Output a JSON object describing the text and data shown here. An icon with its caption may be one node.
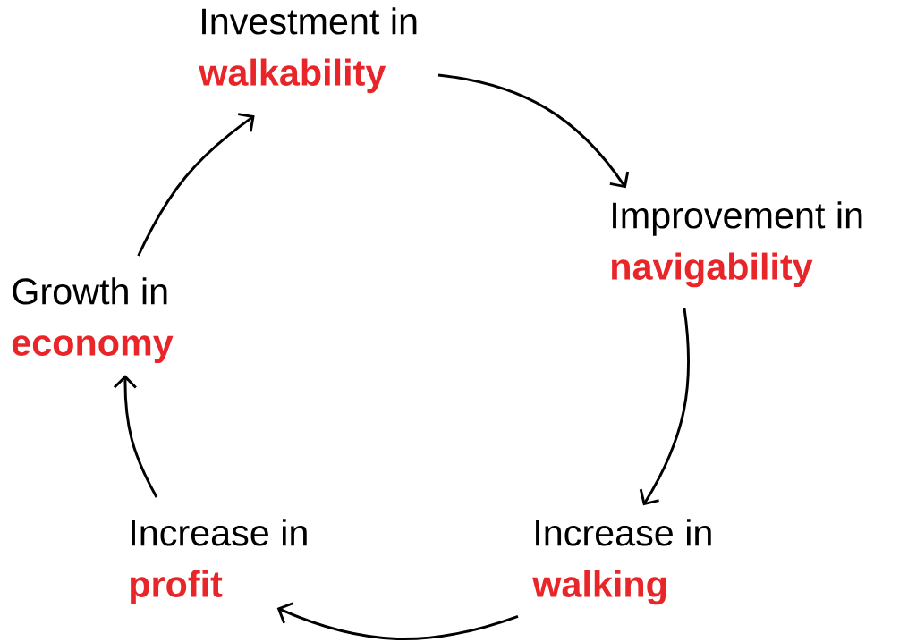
{
  "diagram": {
    "nodes": [
      {
        "text": [
          "Investment in",
          "walkability"
        ]
      },
      {
        "text": [
          "Improvement in",
          "navigability"
        ]
      },
      {
        "text": [
          "Increase in",
          "walking"
        ]
      },
      {
        "text": [
          "Increase in",
          "profit"
        ]
      },
      {
        "text": [
          "Growth in",
          "economy"
        ]
      }
    ],
    "edges": [
      {
        "from": 0,
        "to": 1,
        "arrow": "to"
      },
      {
        "from": 1,
        "to": 2,
        "arrow": "to"
      },
      {
        "from": 2,
        "to": 3,
        "arrow": "to"
      },
      {
        "from": 3,
        "to": 4,
        "arrow": "to"
      },
      {
        "from": 4,
        "to": 0,
        "arrow": "to"
      }
    ]
  }
}
